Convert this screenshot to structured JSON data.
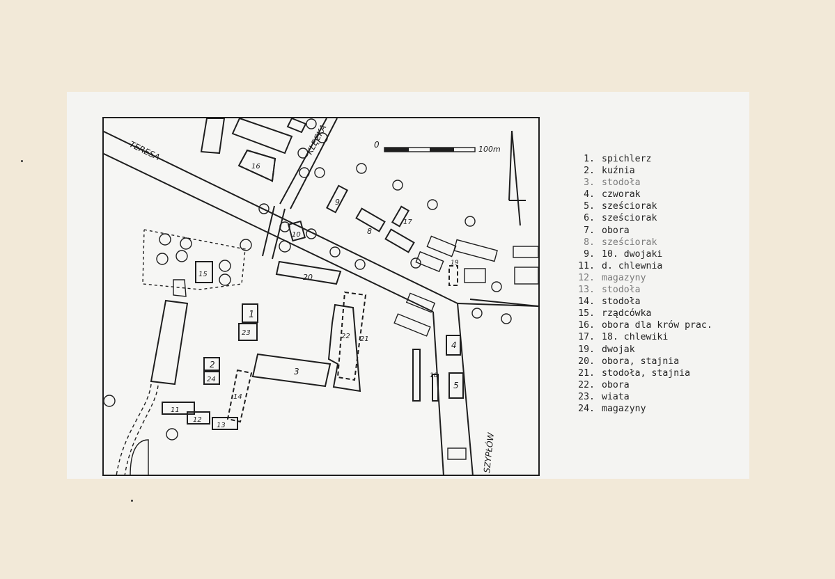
{
  "map": {
    "streets": {
      "teresa": "TERESA",
      "klecka": "KLĘCKA",
      "szyplow": "SZYPŁÓW"
    },
    "scale": {
      "start": "0",
      "end": "100m"
    },
    "building_labels": [
      "1",
      "2",
      "3",
      "4",
      "5",
      "8",
      "9",
      "10",
      "11",
      "12",
      "13",
      "14",
      "15",
      "16",
      "17",
      "18",
      "19",
      "20",
      "21",
      "22",
      "23",
      "24"
    ]
  },
  "legend": {
    "items": [
      {
        "num": "1.",
        "text": "spichlerz"
      },
      {
        "num": "2.",
        "text": "kuźnia"
      },
      {
        "num": "3.",
        "text": "stodoła"
      },
      {
        "num": "4.",
        "text": "czworak"
      },
      {
        "num": "5.",
        "text": "sześciorak"
      },
      {
        "num": "6.",
        "text": "sześciorak"
      },
      {
        "num": "7.",
        "text": "obora"
      },
      {
        "num": "8.",
        "text": "sześciorak"
      },
      {
        "num": "9.",
        "text": "10. dwojaki"
      },
      {
        "num": "11.",
        "text": "d. chlewnia"
      },
      {
        "num": "12.",
        "text": "magazyny"
      },
      {
        "num": "13.",
        "text": "stodoła"
      },
      {
        "num": "14.",
        "text": "stodoła"
      },
      {
        "num": "15.",
        "text": "rządcówka"
      },
      {
        "num": "16.",
        "text": "obora dla krów prac."
      },
      {
        "num": "17.",
        "text": "18. chlewiki"
      },
      {
        "num": "19.",
        "text": "dwojak"
      },
      {
        "num": "20.",
        "text": "obora, stajnia"
      },
      {
        "num": "21.",
        "text": "stodoła, stajnia"
      },
      {
        "num": "22.",
        "text": "obora"
      },
      {
        "num": "23.",
        "text": "wiata"
      },
      {
        "num": "24.",
        "text": "magazyny"
      }
    ]
  }
}
